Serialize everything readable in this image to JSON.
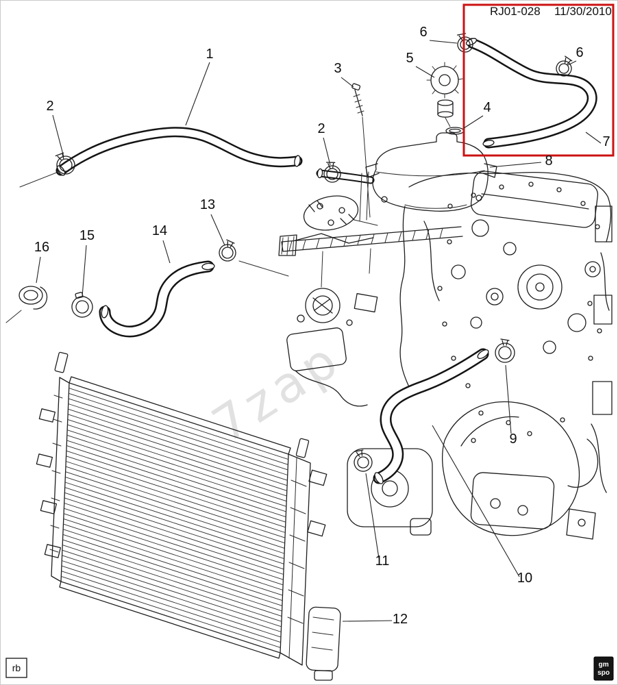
{
  "header": {
    "drawing_number": "RJ01-028",
    "date": "11/30/2010"
  },
  "watermark": {
    "text": "7zap"
  },
  "stamps": {
    "left": "rb",
    "right_top": "gm",
    "right_bottom": "spo"
  },
  "colors": {
    "highlight_box": "#cc1212",
    "ink": "#1d1d1d",
    "watermark": "#c9c9c9"
  },
  "callouts": [
    {
      "label": "1"
    },
    {
      "label": "2"
    },
    {
      "label": "2"
    },
    {
      "label": "3"
    },
    {
      "label": "4"
    },
    {
      "label": "5"
    },
    {
      "label": "6"
    },
    {
      "label": "6"
    },
    {
      "label": "7"
    },
    {
      "label": "8"
    },
    {
      "label": "9"
    },
    {
      "label": "10"
    },
    {
      "label": "11"
    },
    {
      "label": "12"
    },
    {
      "label": "13"
    },
    {
      "label": "14"
    },
    {
      "label": "15"
    },
    {
      "label": "16"
    }
  ]
}
